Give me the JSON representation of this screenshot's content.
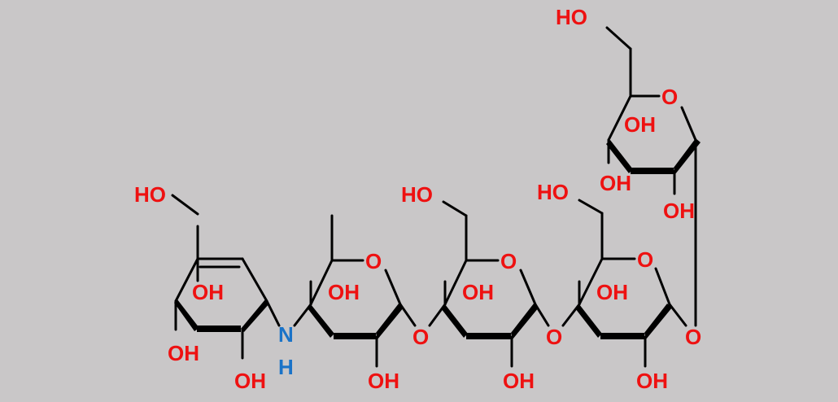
{
  "colors": {
    "background": "#c9c7c8",
    "bond": "#000000",
    "oxygen": "#ee1111",
    "nitrogen": "#1a73c8"
  },
  "labels": {
    "oh_ring1_ch2": "HO",
    "oh_ring1_inner": "OH",
    "oh_ring1_c4": "OH",
    "oh_ring1_c5": "OH",
    "n_link": "N",
    "h_link": "H",
    "oh_ring2_c3": "OH",
    "oh_ring2_c2": "OH",
    "o_ring2": "O",
    "o_link_23": "O",
    "oh_ring3_ch2": "HO",
    "o_ring3": "O",
    "oh_ring3_c3": "OH",
    "oh_ring3_c2": "OH",
    "o_link_34": "O",
    "oh_ring4_ch2": "HO",
    "o_ring4": "O",
    "oh_ring4_c3": "OH",
    "oh_ring4_c2": "OH",
    "o_link_45": "O",
    "oh_ring5_ch2": "HO",
    "o_ring5": "O",
    "oh_ring5_c3": "OH",
    "oh_ring5_c4": "OH",
    "oh_ring5_c2": "OH"
  }
}
